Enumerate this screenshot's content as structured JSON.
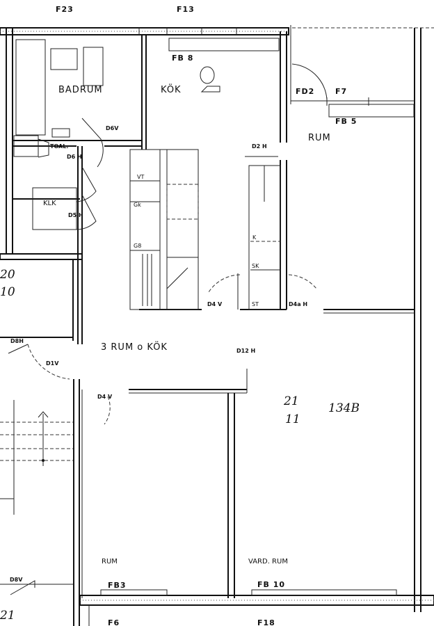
{
  "drawing": {
    "plan_title": "3 RUM o KÖK",
    "rooms": {
      "badrum": "BADRUM",
      "kok": "KÖK",
      "rum_top": "RUM",
      "toal": "TOAL.",
      "klk": "KLK",
      "rum_bottom": "RUM",
      "vardrum": "VARD. RUM"
    },
    "windows": {
      "f23": "F23",
      "f13": "F13",
      "fb8": "FB 8",
      "fd2": "FD2",
      "f7": "F7",
      "fb5": "FB 5",
      "fb3": "FB3",
      "fb10": "FB 10",
      "f6": "F6",
      "f18": "F18"
    },
    "doors": {
      "d6v": "D6V",
      "d6h": "D6 H",
      "d5h": "D5 H",
      "d2h": "D2 H",
      "d4v_top": "D4 V",
      "d4ah": "D4a H",
      "d8h": "D8H",
      "d1v": "D1V",
      "d12h": "D12 H",
      "d4v_bottom": "D4 V",
      "d8v": "D8V"
    },
    "fixtures": {
      "vt": "VT",
      "gk": "Gk",
      "g8": "G8",
      "k": "K",
      "sk": "SK",
      "st": "ST"
    },
    "annotations": {
      "unit_top_left_a": "20",
      "unit_top_left_b": "10",
      "unit_main_a": "21",
      "unit_main_b": "11",
      "unit_number": "134B",
      "unit_bottom_left": "21"
    }
  }
}
